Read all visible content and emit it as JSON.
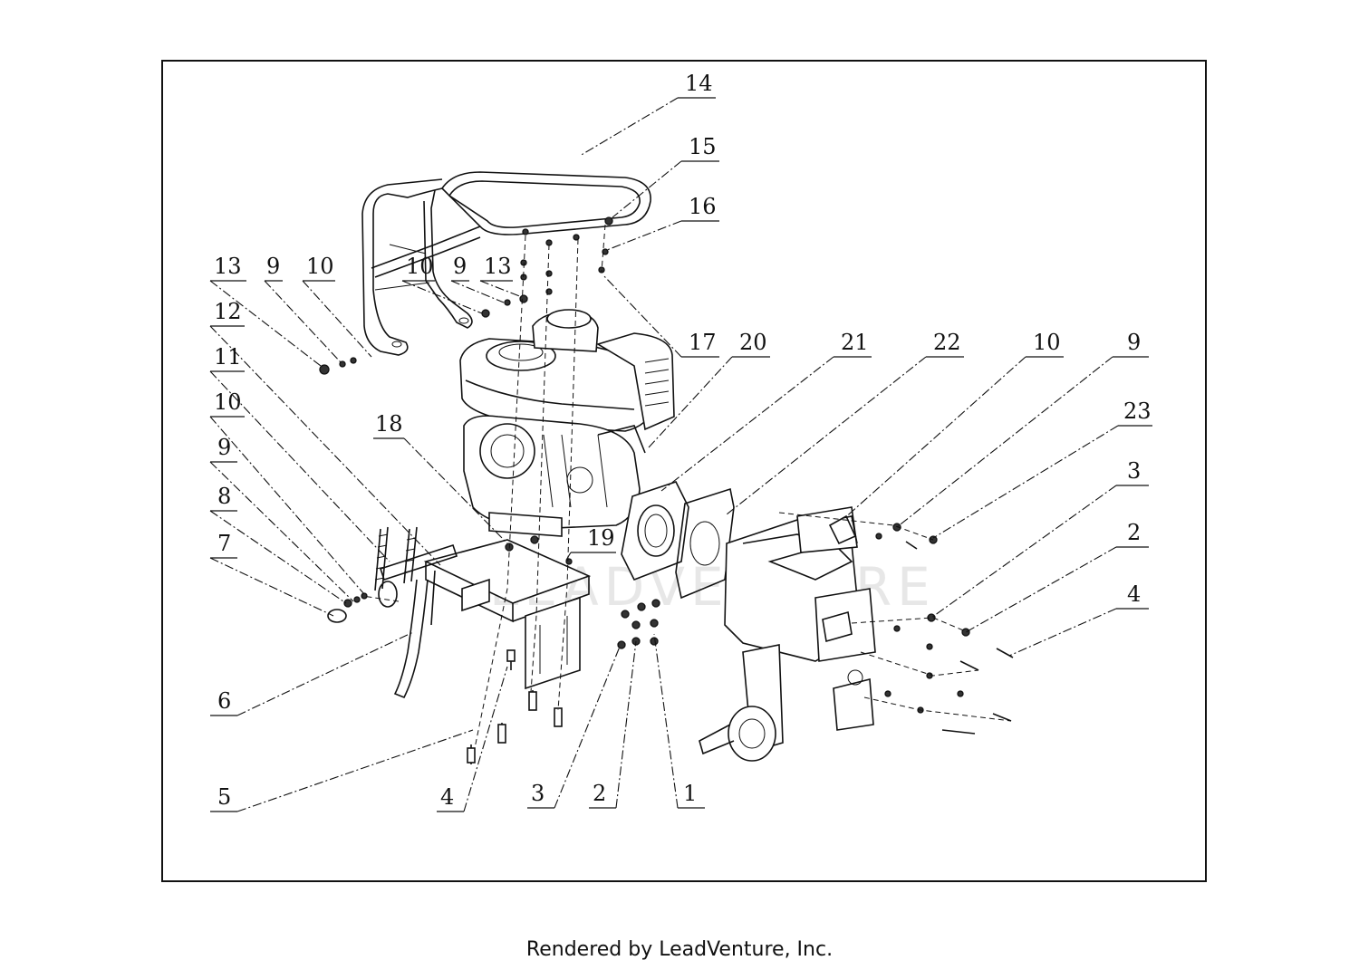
{
  "callouts": [
    {
      "id": "c14",
      "label": "14"
    },
    {
      "id": "c15",
      "label": "15"
    },
    {
      "id": "c16",
      "label": "16"
    },
    {
      "id": "c13a",
      "label": "13"
    },
    {
      "id": "c9a",
      "label": "9"
    },
    {
      "id": "c10a",
      "label": "10"
    },
    {
      "id": "c10b",
      "label": "10"
    },
    {
      "id": "c9b",
      "label": "9"
    },
    {
      "id": "c13b",
      "label": "13"
    },
    {
      "id": "c12",
      "label": "12"
    },
    {
      "id": "c11",
      "label": "11"
    },
    {
      "id": "c10c",
      "label": "10"
    },
    {
      "id": "c9c",
      "label": "9"
    },
    {
      "id": "c8",
      "label": "8"
    },
    {
      "id": "c7",
      "label": "7"
    },
    {
      "id": "c6",
      "label": "6"
    },
    {
      "id": "c5",
      "label": "5"
    },
    {
      "id": "c4a",
      "label": "4"
    },
    {
      "id": "c3a",
      "label": "3"
    },
    {
      "id": "c2a",
      "label": "2"
    },
    {
      "id": "c1",
      "label": "1"
    },
    {
      "id": "c18",
      "label": "18"
    },
    {
      "id": "c19",
      "label": "19"
    },
    {
      "id": "c17",
      "label": "17"
    },
    {
      "id": "c20",
      "label": "20"
    },
    {
      "id": "c21",
      "label": "21"
    },
    {
      "id": "c22",
      "label": "22"
    },
    {
      "id": "c10d",
      "label": "10"
    },
    {
      "id": "c9d",
      "label": "9"
    },
    {
      "id": "c23",
      "label": "23"
    },
    {
      "id": "c3b",
      "label": "3"
    },
    {
      "id": "c2b",
      "label": "2"
    },
    {
      "id": "c4b",
      "label": "4"
    }
  ],
  "watermark": "LEADVENTURE",
  "footer": "Rendered by LeadVenture, Inc."
}
